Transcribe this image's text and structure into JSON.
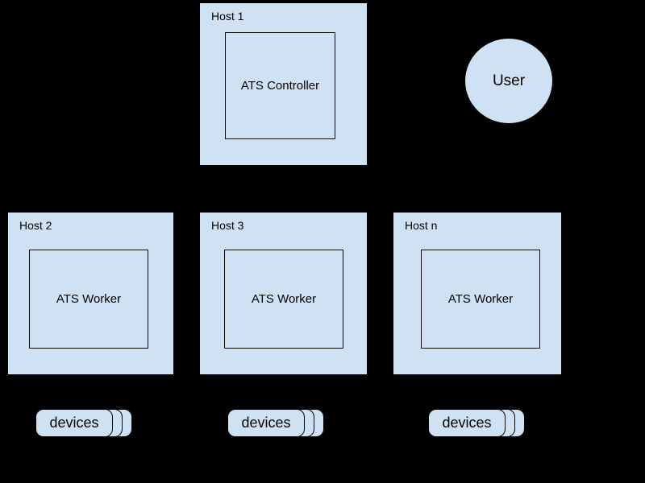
{
  "diagram": {
    "colors": {
      "background": "#000000",
      "node_fill": "#cfe2f3",
      "border": "#000000",
      "text": "#000000"
    },
    "hosts": [
      {
        "label": "Host 1",
        "component": "ATS Controller"
      },
      {
        "label": "Host 2",
        "component": "ATS Worker"
      },
      {
        "label": "Host 3",
        "component": "ATS Worker"
      },
      {
        "label": "Host n",
        "component": "ATS Worker"
      }
    ],
    "actor": {
      "label": "User"
    },
    "device_stacks": [
      {
        "label": "devices"
      },
      {
        "label": "devices"
      },
      {
        "label": "devices"
      }
    ]
  }
}
